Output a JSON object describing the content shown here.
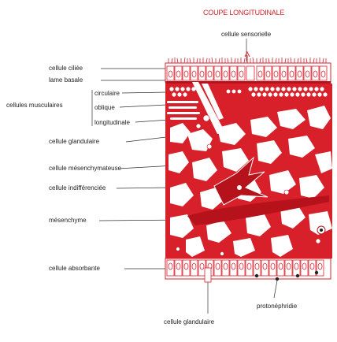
{
  "title": "COUPE LONGITUDINALE",
  "labels": {
    "cellule_sensorielle": "cellule sensorielle",
    "cellule_ciliee": "cellule ciliée",
    "lame_basale": "lame basale",
    "cellules_musculaires": "cellules musculaires",
    "circulaire": "circulaire",
    "oblique": "oblique",
    "longitudinale": "longitudinale",
    "cellule_glandulaire_top": "cellule glandulaire",
    "cellule_mesenchymateuse": "cellule mésenchymateuse",
    "cellule_indifferenciee": "cellule indifférenciée",
    "mesenchyme": "mésenchyme",
    "cellule_absorbante": "cellule absorbante",
    "protonephridie": "protonéphridie",
    "cellule_glandulaire_bottom": "cellule glandulaire"
  },
  "colors": {
    "tissue_red": "#d8202a",
    "tissue_dark": "#b5121c",
    "cell_white": "#ffffff",
    "title_red": "#d0232a",
    "line": "#333333"
  }
}
